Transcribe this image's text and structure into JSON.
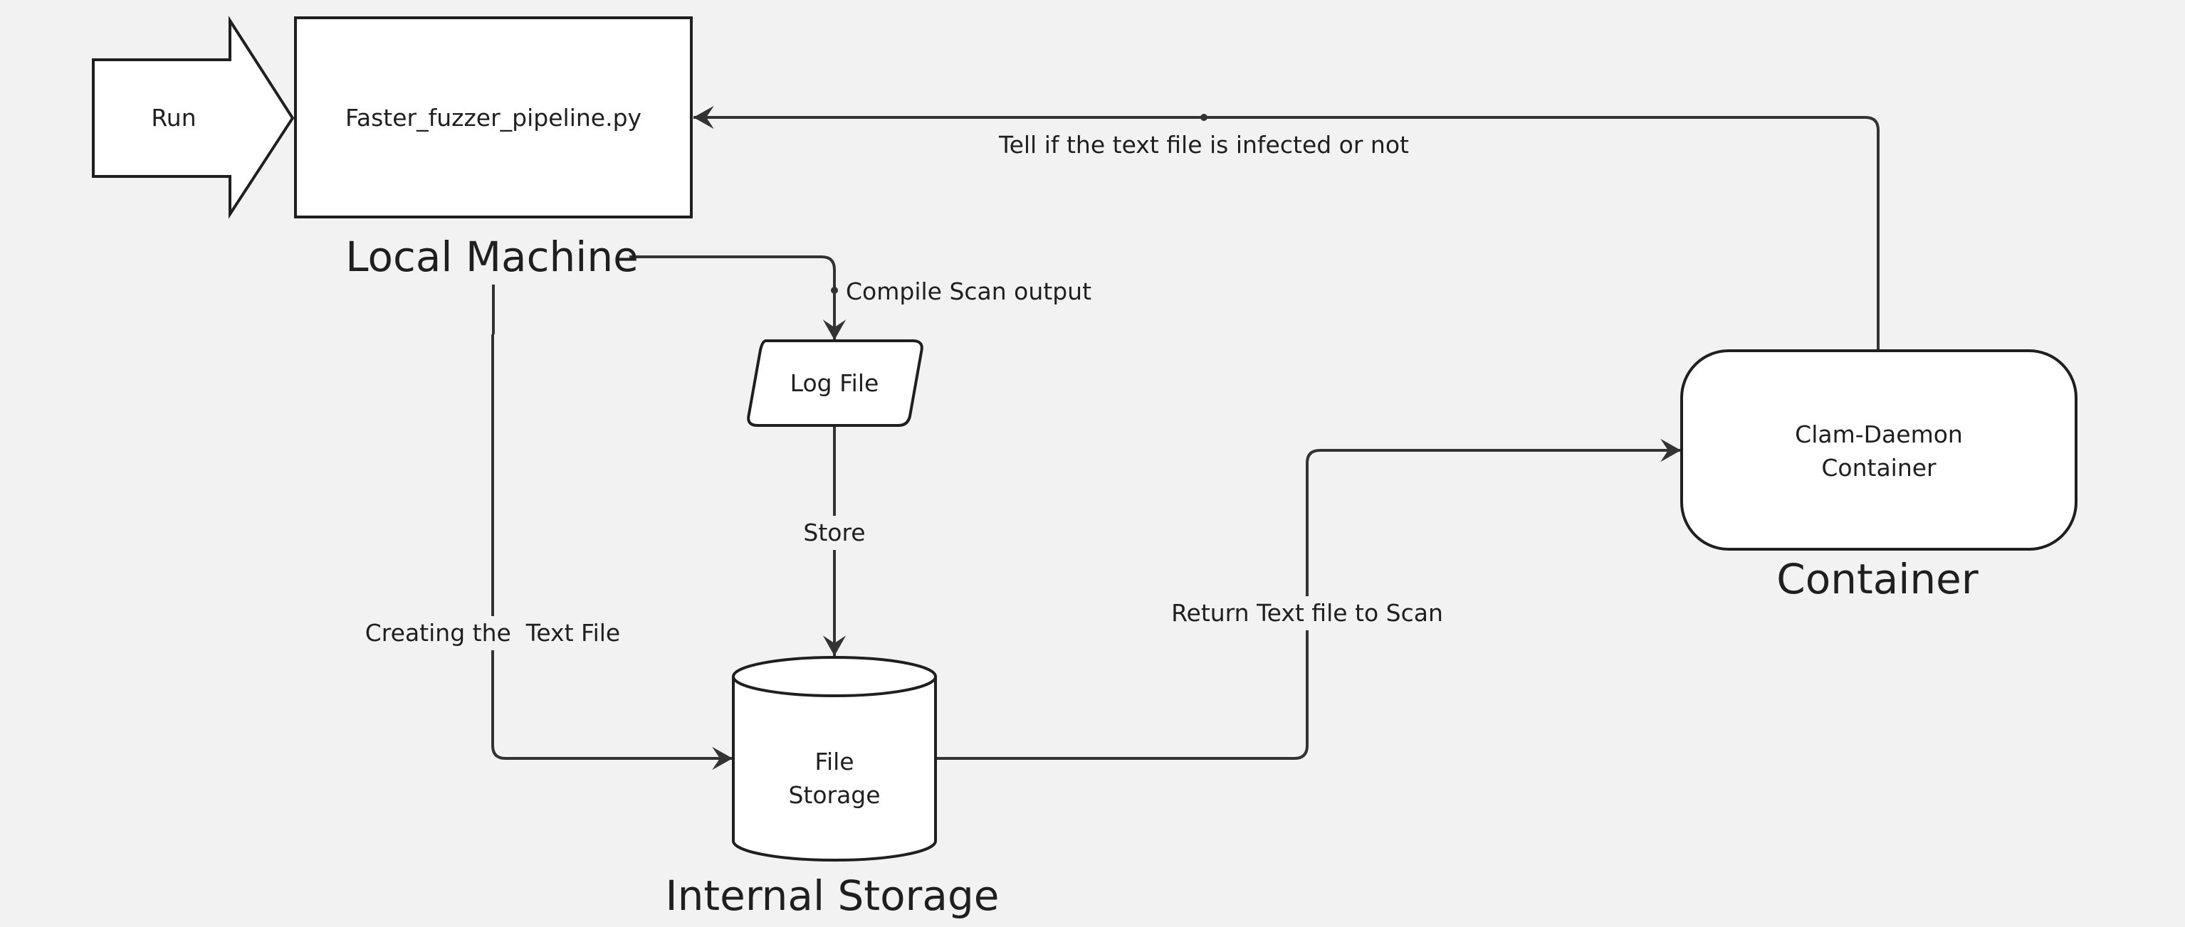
{
  "nodes": {
    "run": {
      "label": "Run"
    },
    "script": {
      "label": "Faster_fuzzer_pipeline.py"
    },
    "log_file": {
      "label": "Log File"
    },
    "file_storage": {
      "label_line1": "File",
      "label_line2": "Storage"
    },
    "clam": {
      "label_line1": "Clam-Daemon",
      "label_line2": "Container"
    }
  },
  "groups": {
    "local_machine": "Local Machine",
    "internal_storage": "Internal Storage",
    "container": "Container"
  },
  "edges": {
    "infected_result": "Tell if the text file is infected or not",
    "compile_scan": "Compile Scan output",
    "store": "Store",
    "creating_text": "Creating the  Text File",
    "return_to_scan": "Return Text file to Scan"
  },
  "colors": {
    "background": "#f2f2f2",
    "shape_fill": "#ffffff",
    "stroke": "#1f1f1f",
    "edge": "#333333"
  }
}
